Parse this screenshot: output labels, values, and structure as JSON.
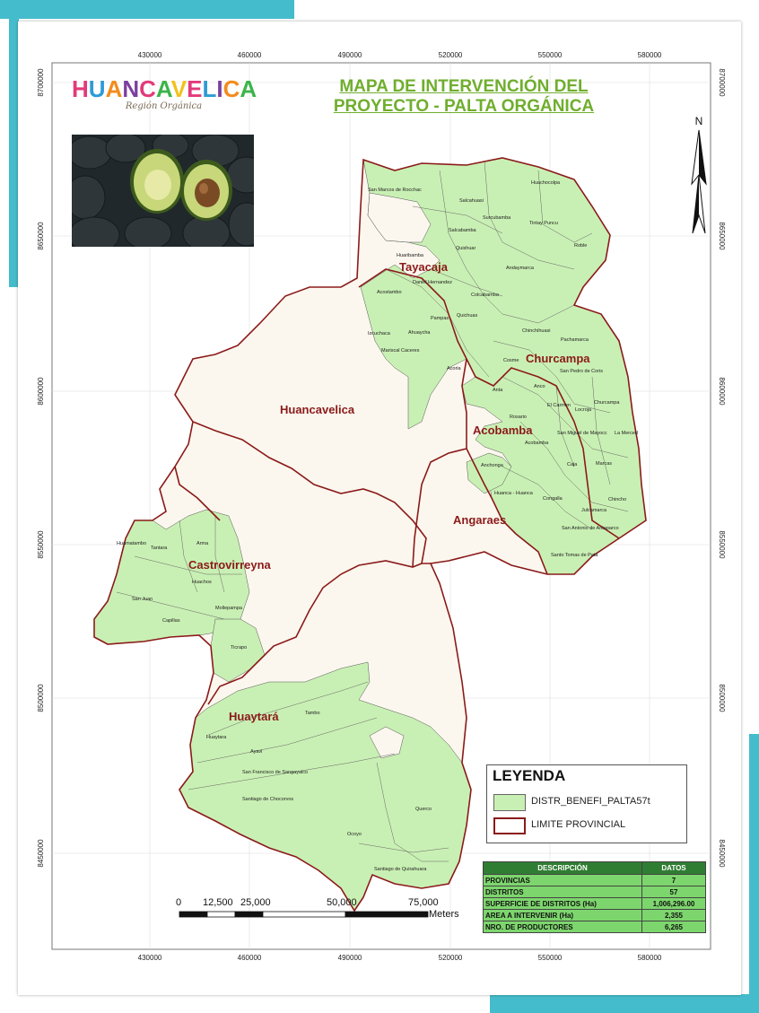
{
  "title_line1": "MAPA DE INTERVENCIÓN DEL",
  "title_line2": "PROYECTO - PALTA ORGÁNICA",
  "logo": {
    "word": "HUANCAVELICA",
    "subtitle": "Región Orgánica"
  },
  "colors": {
    "district_fill": "#c9f0b4",
    "province_line": "#8b1a1a",
    "title_green": "#6fae2d",
    "table_header": "#2f7d32",
    "table_cell": "#7dd66d",
    "accent_bars": "#45bccb"
  },
  "x_ticks": [
    "430000",
    "460000",
    "490000",
    "520000",
    "550000",
    "580000"
  ],
  "y_ticks": [
    "8700000",
    "8650000",
    "8600000",
    "8550000",
    "8500000",
    "8450000"
  ],
  "provinces": [
    "Tayacaja",
    "Churcampa",
    "Huancavelica",
    "Acobamba",
    "Angaraes",
    "Castrovirreyna",
    "Huaytará"
  ],
  "districts": [
    "San Marcos de Rocchac",
    "Salcahuasi",
    "Huachocolpa",
    "Surcubamba",
    "Tintay Puncu",
    "Salcabamba",
    "Roble",
    "Quishuar",
    "Huaribamba",
    "Andaymarca",
    "Daniel Hernandez",
    "Acostambo",
    "Colcabamba",
    "Pampas",
    "Quichuas",
    "Izcuchaca",
    "Ahuaycha",
    "Chinchihuasi",
    "Pachamarca",
    "Mariscal Caceres",
    "Cosme",
    "San Pedro de Coris",
    "Acoria",
    "Anco",
    "Anta",
    "Churcampa",
    "El Carmen",
    "Locroja",
    "Rosario",
    "San Miguel de Mayocc",
    "La Merced",
    "Acobamba",
    "Caja",
    "Marcas",
    "Anchonga",
    "Huanca - Huanca",
    "Congalla",
    "Chincho",
    "Julcamarca",
    "San Antonio de Antaparco",
    "Santo Tomas de Pata",
    "Huamatambo",
    "Tantara",
    "Arma",
    "Huachos",
    "San Juan",
    "Capillas",
    "Mollepampa",
    "Ticrapo",
    "Tambo",
    "Huaytara",
    "Ayavi",
    "San Francisco de Sangayaico",
    "Santiago de Chocorvos",
    "Querco",
    "Ocoyo",
    "Santiago de Quirahuara"
  ],
  "north_label": "N",
  "legend": {
    "title": "LEYENDA",
    "districts_label": "DISTR_BENEFI_PALTA57t",
    "boundary_label": "LIMITE PROVINCIAL"
  },
  "table": {
    "headers": [
      "DESCRIPCIÓN",
      "DATOS"
    ],
    "rows": [
      [
        "PROVINCIAS",
        "7"
      ],
      [
        "DISTRITOS",
        "57"
      ],
      [
        "SUPERFICIE DE DISTRITOS (Ha)",
        "1,006,296.00"
      ],
      [
        "AREA A INTERVENIR (Ha)",
        "2,355"
      ],
      [
        "NRO. DE PRODUCTORES",
        "6,265"
      ]
    ]
  },
  "scale": {
    "labels": [
      "0",
      "12,500",
      "25,000",
      "50,000",
      "75,000"
    ],
    "unit": "Meters"
  }
}
